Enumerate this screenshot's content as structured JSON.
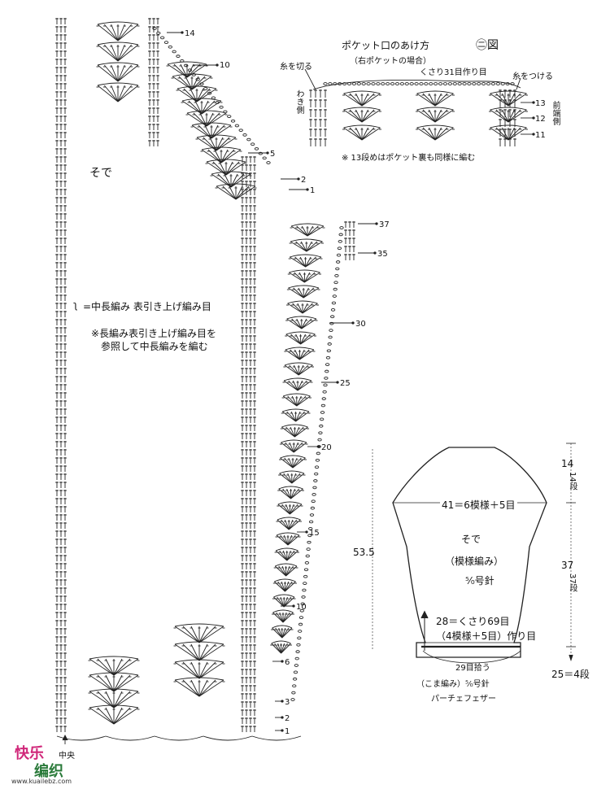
{
  "chart_left": {
    "title": "そで",
    "row_marks": [
      "14",
      "10",
      "5",
      "2",
      "1",
      "37",
      "35",
      "30",
      "25",
      "20",
      "15",
      "10",
      "6",
      "3",
      "2",
      "1"
    ],
    "center_label": "中央",
    "legend_line1": "=中長編み 表引き上げ編み目",
    "legend_line2": "※長編み表引き上げ編み目を",
    "legend_line3": "参照して中長編みを編む"
  },
  "pocket": {
    "title": "ポケット口のあけ方",
    "subtitle": "（右ポケットの場合）",
    "figure_no": "㊁図",
    "cut_yarn": "糸を切る",
    "attach_yarn": "糸をつける",
    "chain_note": "くさり31目作り目",
    "side_label": "わき側",
    "front_label": "前端側",
    "rows": [
      "13",
      "12",
      "11"
    ],
    "note": "※ 13段めはポケット裏も同様に編む"
  },
  "schematic": {
    "name": "そで",
    "pattern": "（模様編み）",
    "needle": "⁵⁄₀号針",
    "width_top": "41＝6模様＋5目",
    "height_total": "53.5",
    "cap_rows_a": "14",
    "cap_rows_b": "14段",
    "body_rows_a": "37",
    "body_rows_b": "37段",
    "cuff_cm": "25＝4段",
    "cast_on_1": "28＝くさり69目",
    "cast_on_2": "（4模様＋5目）作り目",
    "pickup": "29目拾う",
    "cuff_pattern": "（こま編み）⁵⁄₀号針",
    "yarn": "パーチェフェザー"
  },
  "watermark": {
    "text1": "快乐",
    "text2": "编织",
    "url": "www.kuailebz.com"
  }
}
